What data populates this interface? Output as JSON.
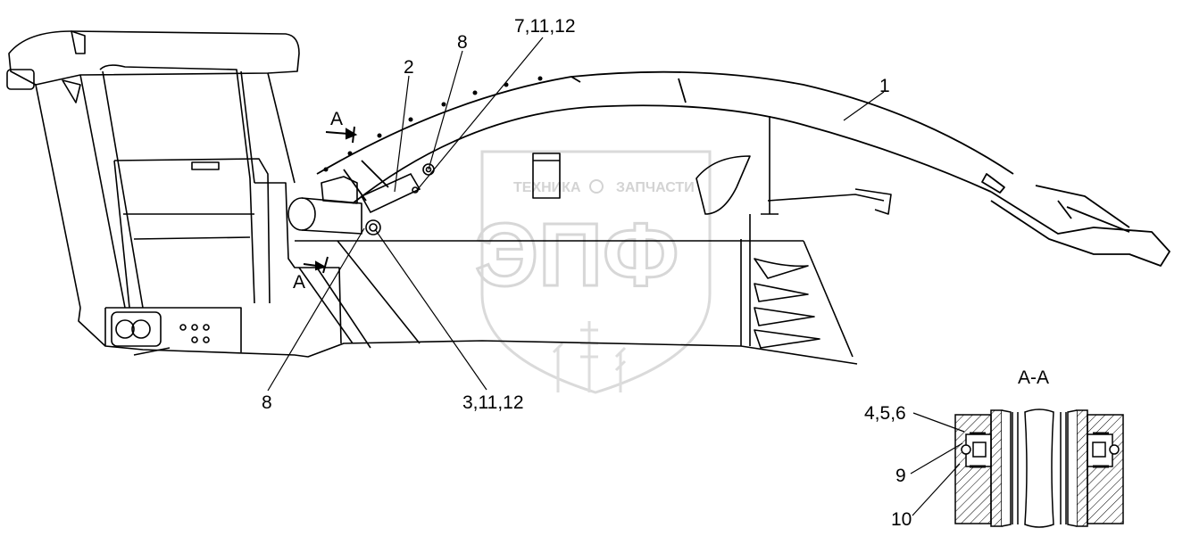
{
  "callouts": {
    "c1": "1",
    "c2": "2",
    "c8_top": "8",
    "c7_11_12": "7,11,12",
    "c8_bottom": "8",
    "c3_11_12": "3,11,12",
    "c4_5_6": "4,5,6",
    "c9": "9",
    "c10": "10"
  },
  "section": {
    "title": "A-A",
    "cut_mark_top": "A",
    "cut_mark_bottom": "A"
  },
  "watermark": {
    "left_text": "ТЕХНИКА",
    "right_text": "ЗАПЧАСТИ",
    "logo_text": "ЭПФ",
    "icon": "gear-icon"
  },
  "colors": {
    "line": "#000000",
    "watermark": "#cfcfcf"
  }
}
